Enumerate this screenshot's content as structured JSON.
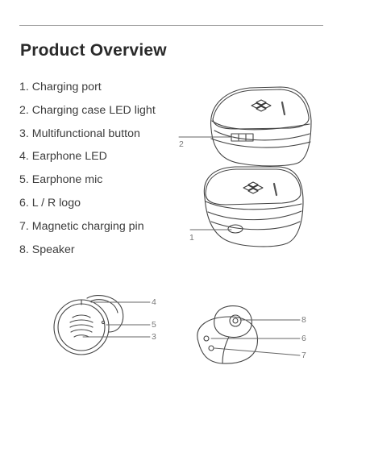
{
  "page": {
    "title": "Product Overview"
  },
  "features": [
    "1. Charging port",
    "2. Charging case LED light",
    "3. Multifunctional button",
    "4. Earphone LED",
    "5. Earphone mic",
    "6. L / R logo",
    "7. Magnetic charging pin",
    "8. Speaker"
  ],
  "callouts": {
    "case_top": "2",
    "case_bottom": "1",
    "earbud_front_led": "4",
    "earbud_front_mic": "5",
    "earbud_front_button": "3",
    "earbud_back_speaker": "8",
    "earbud_back_logo": "6",
    "earbud_back_pin": "7"
  },
  "icons": [
    "charging-case-closed-icon",
    "charging-case-angled-icon",
    "earbud-front-icon",
    "earbud-back-icon"
  ]
}
